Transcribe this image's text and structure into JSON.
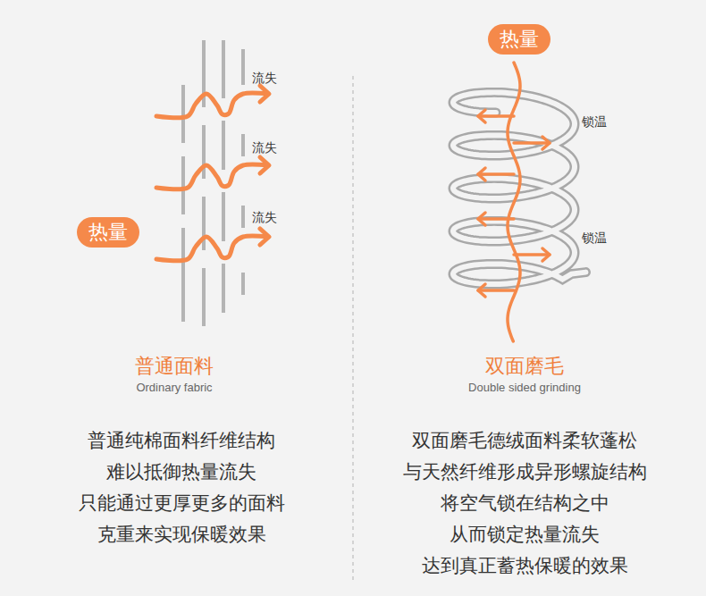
{
  "diagram": {
    "nodes": [
      {
        "text": [
          "热量"
        ]
      },
      {
        "text": [
          "热量"
        ]
      }
    ],
    "labels": [
      "流失",
      "流失",
      "流失",
      "锁温",
      "锁温",
      "普通面料",
      "Ordinary fabric",
      "双面磨毛",
      "Double sided grinding",
      "普通纯棉面料纤维结构",
      "难以抵御热量流失",
      "只能通过更厚更多的面料",
      "克重来实现保暖效果",
      "双面磨毛德绒面料柔软蓬松",
      "与天然纤维形成异形螺旋结构",
      "将空气锁在结构之中",
      "从而锁定热量流失",
      "达到真正蓄热保暖的效果"
    ]
  }
}
